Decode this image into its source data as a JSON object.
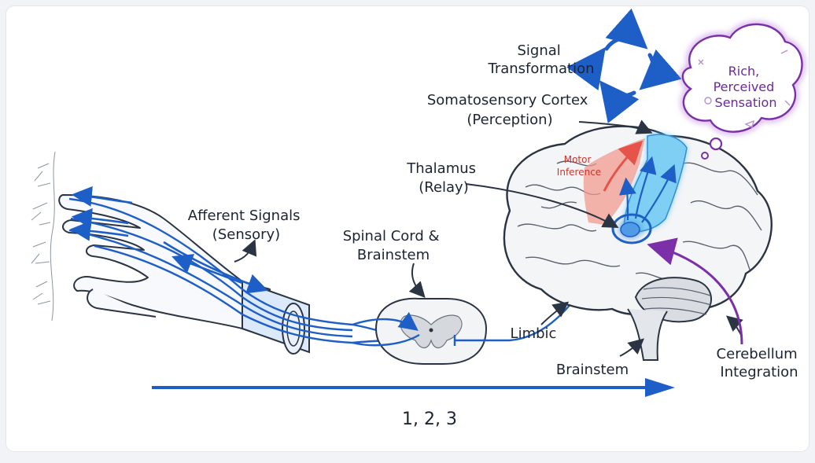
{
  "labels": {
    "signal_transformation": [
      "Signal",
      "Transformation"
    ],
    "somatosensory": [
      "Somatosensory Cortex",
      "(Perception)"
    ],
    "thalamus": [
      "Thalamus",
      "(Relay)"
    ],
    "afferent": [
      "Afferent Signals",
      "(Sensory)"
    ],
    "spinal": [
      "Spinal Cord &",
      "Brainstem"
    ],
    "motor": [
      "Motor",
      "Inference"
    ],
    "limbic": "Limbic",
    "brainstem": "Brainstem",
    "cerebellum": [
      "Cerebellum",
      "Integration"
    ],
    "bubble": [
      "Rich,",
      "Perceived",
      "Sensation"
    ],
    "timeline": "1, 2, 3"
  },
  "colors": {
    "signal_blue": "#1d5fc7",
    "glow_blue": "#5fc1f5",
    "motor_red": "#e5534b",
    "cerebellum_purple": "#7b2fa8",
    "ink": "#2b3442",
    "paper": "#ffffff"
  },
  "icons": [
    "recycle-arrows-icon",
    "thought-bubble-icon"
  ]
}
